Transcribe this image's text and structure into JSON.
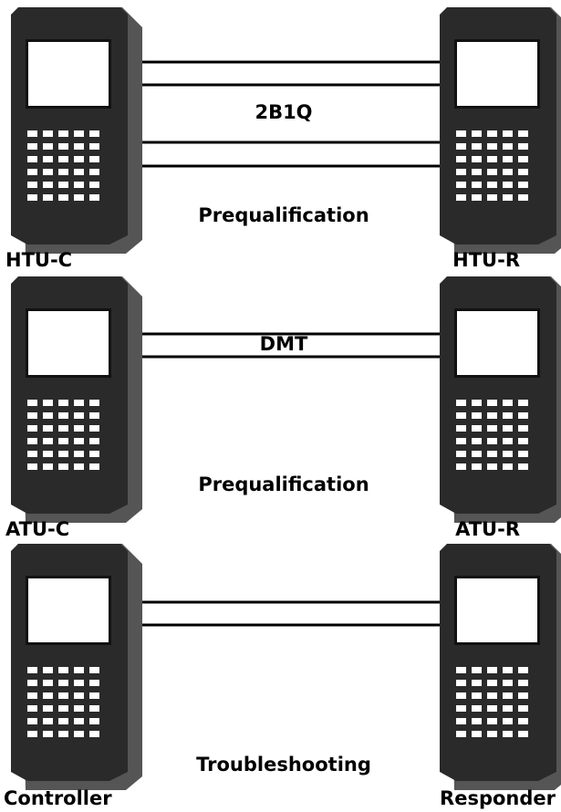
{
  "panels": [
    {
      "left_device": "HTU-C",
      "right_device": "HTU-R",
      "line_label": "2B1Q",
      "caption": "Prequalification",
      "line_count": 4
    },
    {
      "left_device": "ATU-C",
      "right_device": "ATU-R",
      "line_label": "DMT",
      "caption": "Prequalification",
      "line_count": 2
    },
    {
      "left_device": "Controller",
      "right_device": "Responder",
      "line_label": "",
      "caption": "Troubleshooting",
      "line_count": 2
    }
  ],
  "colors": {
    "device_body": "#2a2a2a",
    "device_edge": "#555555",
    "screen": "#ffffff",
    "key": "#ffffff",
    "line": "#000000"
  }
}
